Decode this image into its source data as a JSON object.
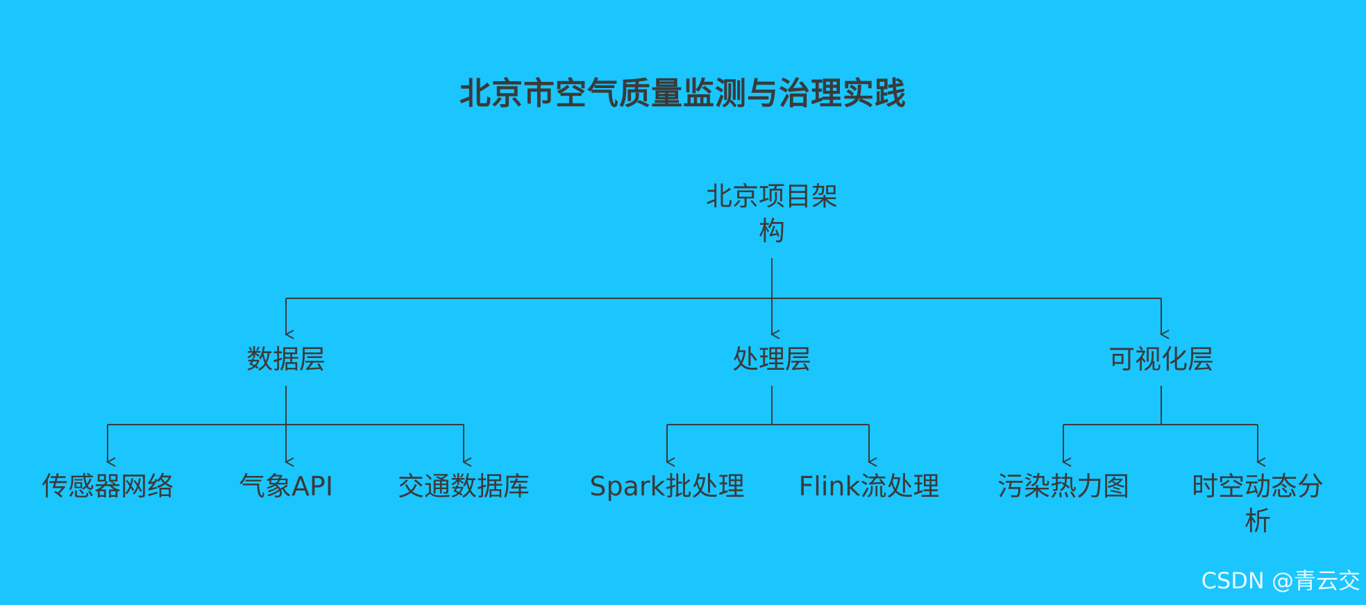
{
  "title": "北京市空气质量监测与治理实践",
  "root": {
    "label": "北京项目架构"
  },
  "layers": [
    {
      "label": "数据层"
    },
    {
      "label": "处理层"
    },
    {
      "label": "可视化层"
    }
  ],
  "leaves": [
    {
      "label": "传感器网络"
    },
    {
      "label": "气象API"
    },
    {
      "label": "交通数据库"
    },
    {
      "label": "Spark批处理"
    },
    {
      "label": "Flink流处理"
    },
    {
      "label": "污染热力图"
    },
    {
      "label": "时空动态分析"
    }
  ],
  "watermark": "CSDN @青云交"
}
